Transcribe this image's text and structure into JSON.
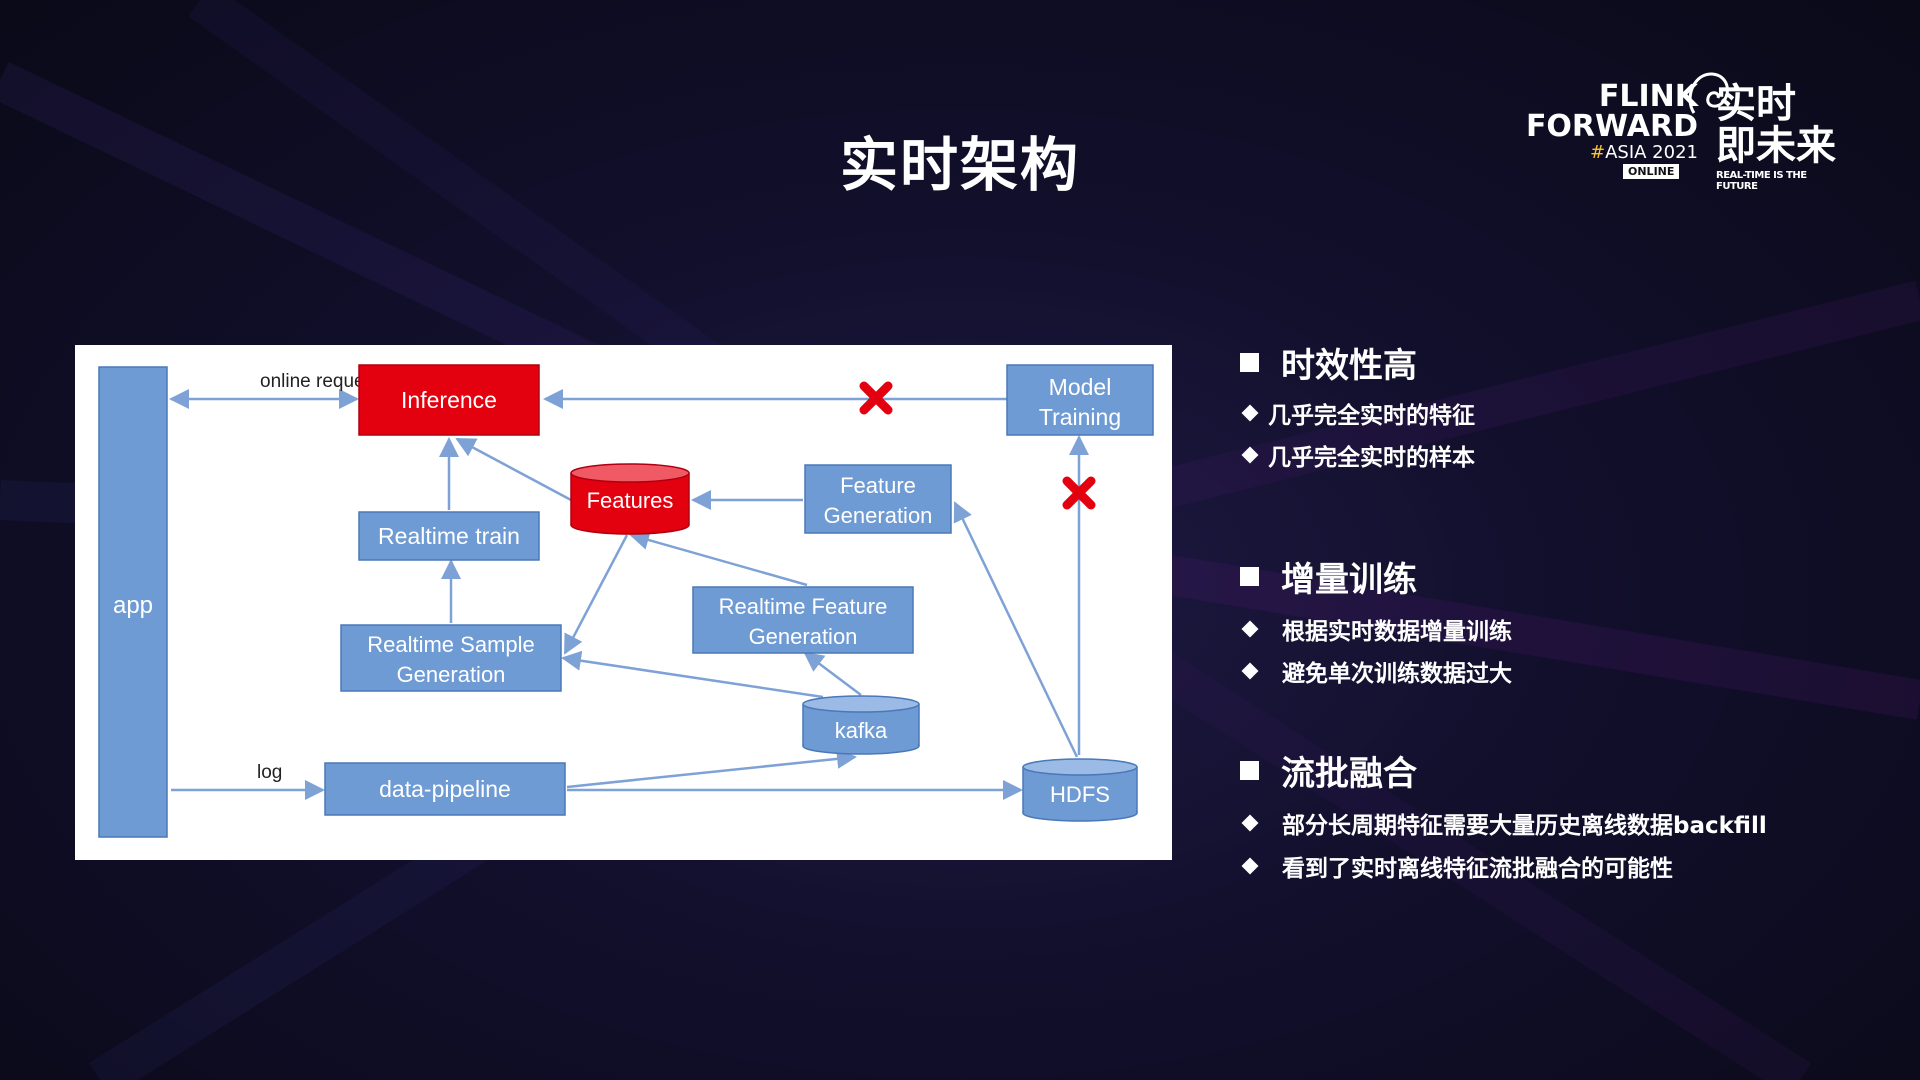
{
  "slide": {
    "title": "实时架构"
  },
  "logo": {
    "line1": "FLINK",
    "line2": "FORWARD",
    "asia_hash": "#",
    "asia": "ASIA 2021",
    "online": "ONLINE",
    "cn_line1": "实时",
    "cn_line2": "即未来",
    "tagline": "REAL-TIME IS THE FUTURE"
  },
  "diagram": {
    "nodes": {
      "app": "app",
      "inference": "Inference",
      "model_training_1": "Model",
      "model_training_2": "Training",
      "features": "Features",
      "feature_generation_1": "Feature",
      "feature_generation_2": "Generation",
      "realtime_train": "Realtime train",
      "realtime_feature_generation_1": "Realtime Feature",
      "realtime_feature_generation_2": "Generation",
      "realtime_sample_generation_1": "Realtime Sample",
      "realtime_sample_generation_2": "Generation",
      "kafka": "kafka",
      "data_pipeline": "data-pipeline",
      "hdfs": "HDFS"
    },
    "edge_labels": {
      "online_request": "online request",
      "log": "log"
    },
    "colors": {
      "box": "#6f9bd4",
      "box_stroke": "#4a78b8",
      "highlight": "#e3000f",
      "arrow": "#7ea2d6",
      "cross": "#e3000f"
    }
  },
  "sections": [
    {
      "heading": "时效性高",
      "items": [
        "几乎完全实时的特征",
        "几乎完全实时的样本"
      ]
    },
    {
      "heading": "增量训练",
      "items": [
        "根据实时数据增量训练",
        "避免单次训练数据过大"
      ]
    },
    {
      "heading": "流批融合",
      "items": [
        "部分长周期特征需要大量历史离线数据backfill",
        "看到了实时离线特征流批融合的可能性"
      ]
    }
  ]
}
